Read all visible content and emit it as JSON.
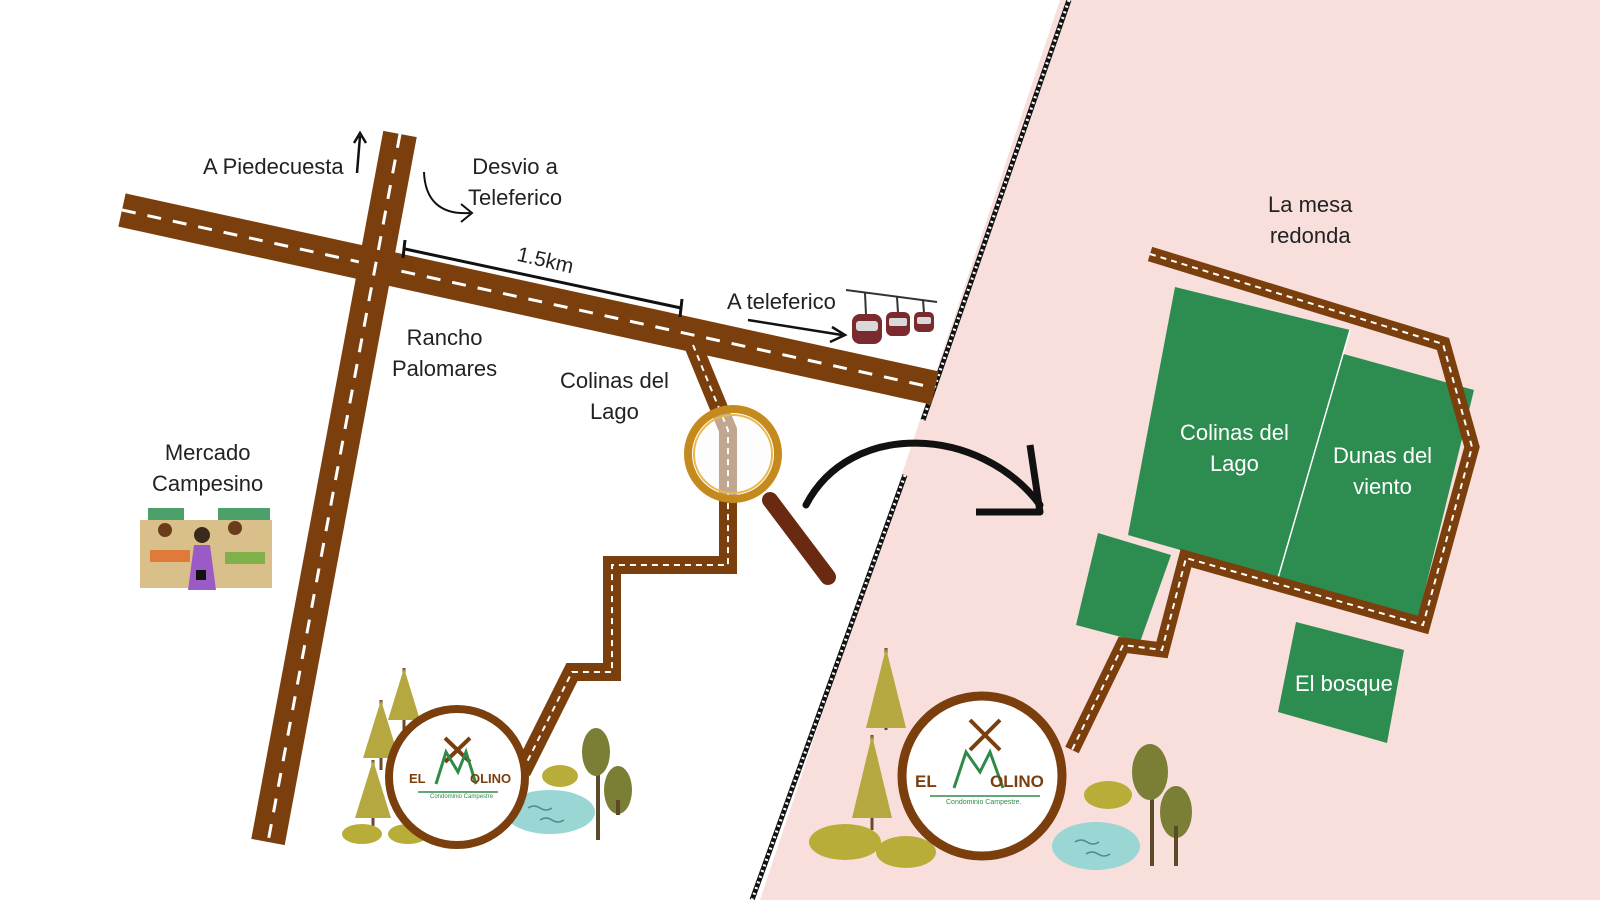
{
  "colors": {
    "road": "#7b3f0e",
    "road_dash": "#ffffff",
    "pink_panel": "#f9dfdb",
    "zone": "#2d8c50",
    "logo_ring": "#7b3f0e",
    "logo_green": "#2e8b47"
  },
  "left_map": {
    "piedecuesta_label": "A Piedecuesta",
    "desvio_label_1": "Desvio a",
    "desvio_label_2": "Teleferico",
    "distance_label": "1.5km",
    "teleferico_label": "A teleferico",
    "rancho_label_1": "Rancho",
    "rancho_label_2": "Palomares",
    "colinas_label_1": "Colinas del",
    "colinas_label_2": "Lago",
    "mercado_label_1": "Mercado",
    "mercado_label_2": "Campesino"
  },
  "right_map": {
    "mesa_label_1": "La mesa",
    "mesa_label_2": "redonda",
    "zone_colinas_1": "Colinas del",
    "zone_colinas_2": "Lago",
    "zone_dunas_1": "Dunas del",
    "zone_dunas_2": "viento",
    "zone_bosque": "El bosque"
  },
  "logo": {
    "left_el": "EL",
    "left_name": "OLINO",
    "left_sub": "Condominio Campestre",
    "right_el": "EL",
    "right_name": "OLINO",
    "right_sub": "Condominio Campestre."
  },
  "icons": [
    "cable-car-icon",
    "magnifier-icon",
    "market-stall-icon",
    "pine-tree-icon",
    "round-tree-icon",
    "bush-icon",
    "pond-icon",
    "windmill-icon"
  ]
}
